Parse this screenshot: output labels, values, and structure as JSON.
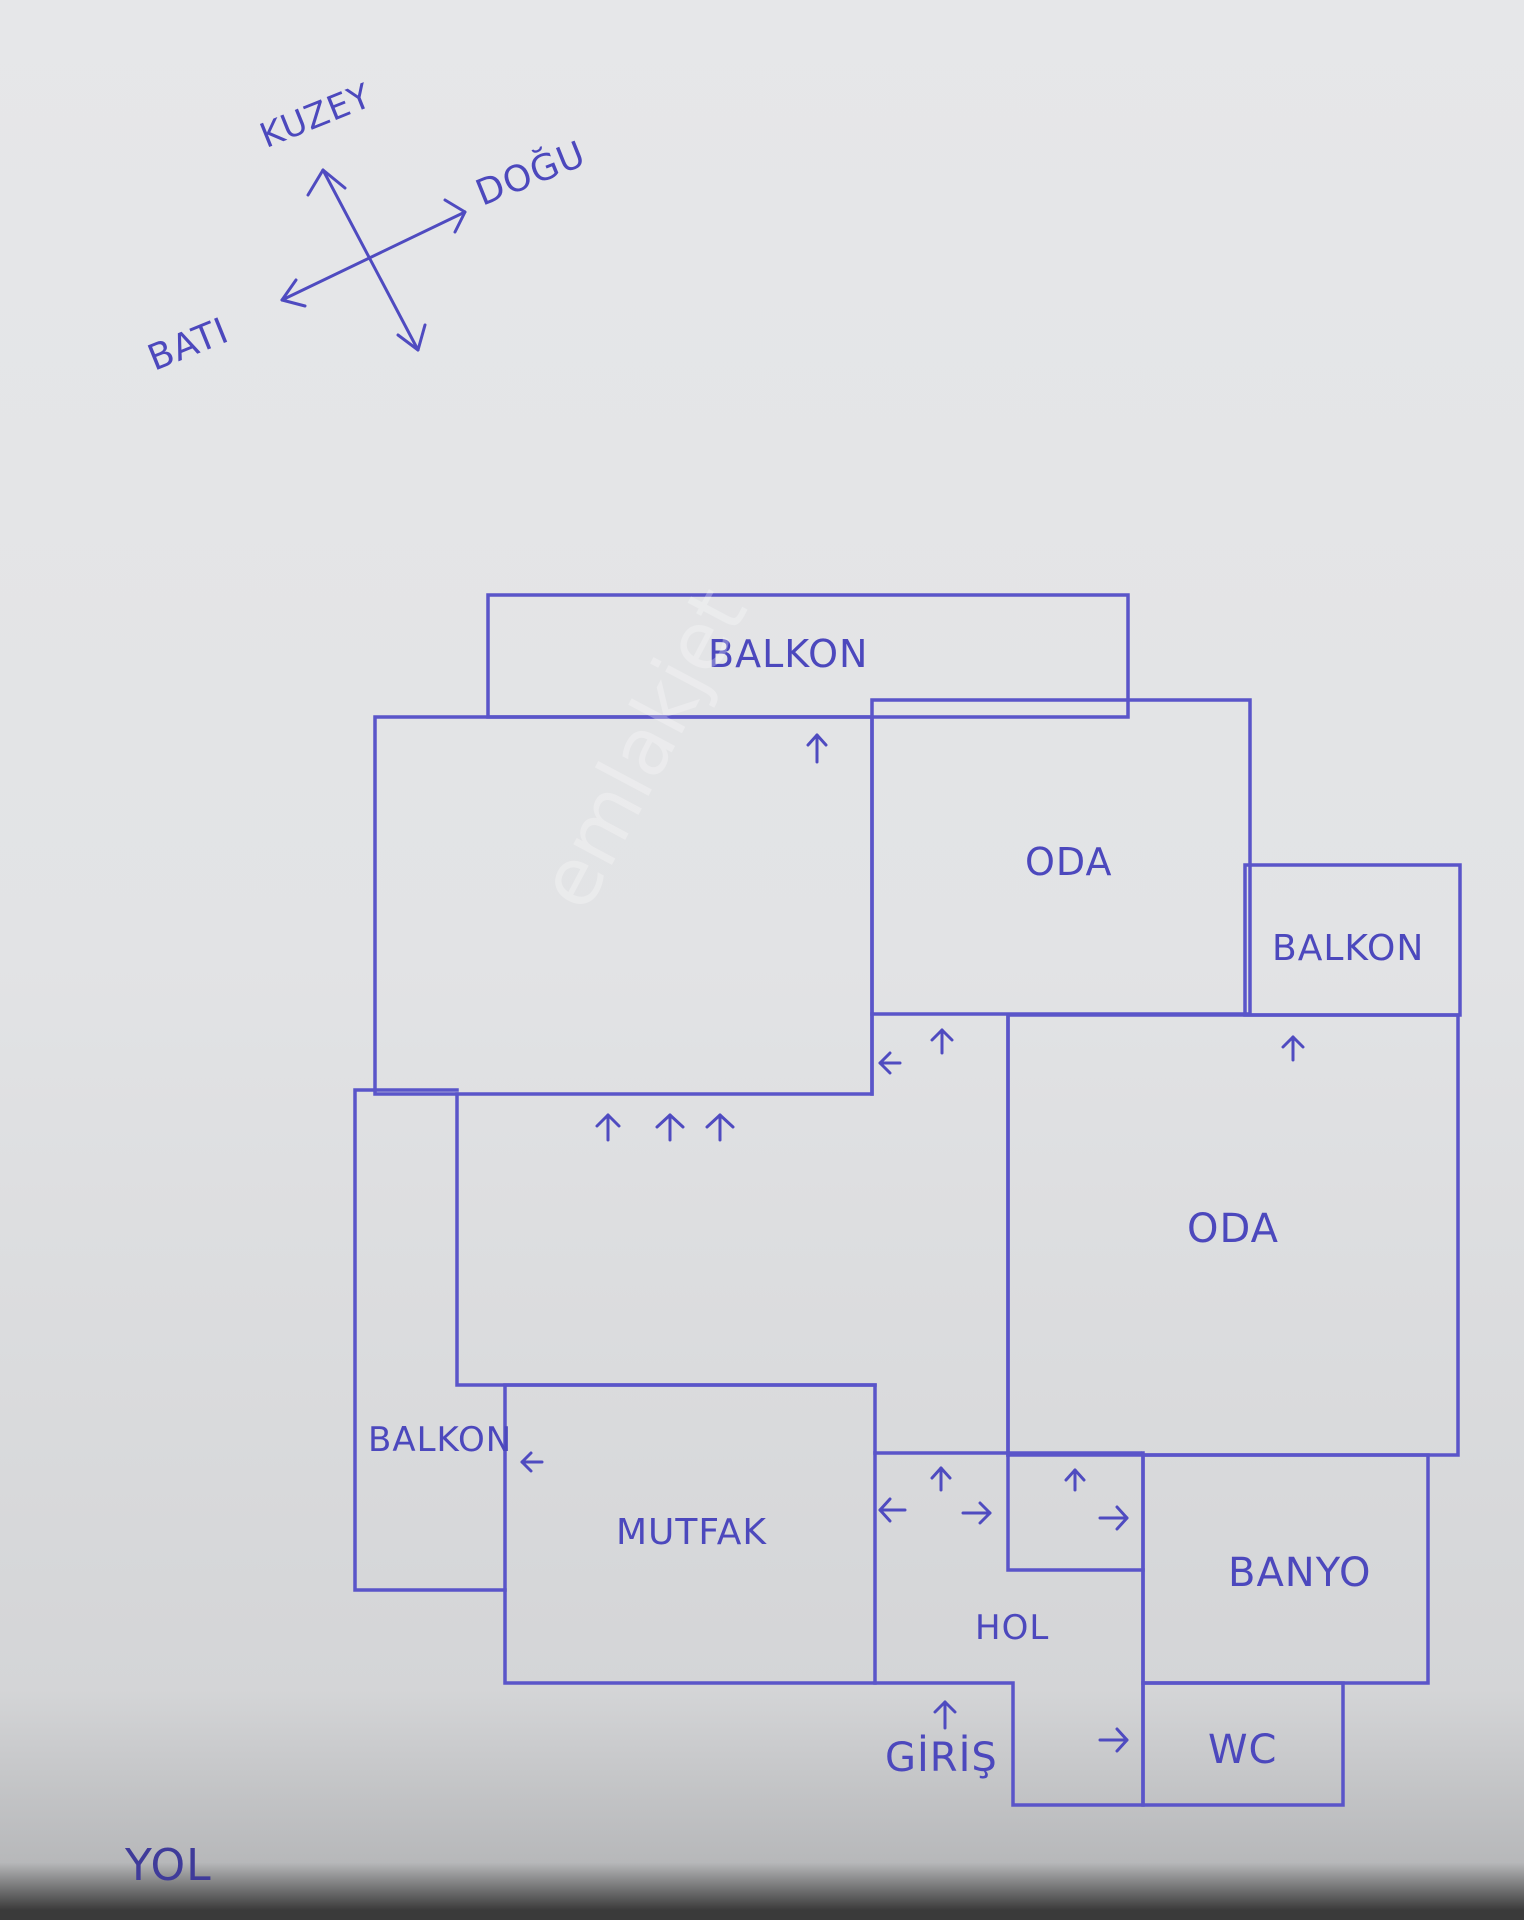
{
  "compass": {
    "north": "KUZEY",
    "east": "DOĞU",
    "west": "BATI",
    "icon": "compass-rose-icon"
  },
  "rooms": {
    "balkon_north": "BALKON",
    "living_room": "",
    "oda_north": "ODA",
    "balkon_east": "BALKON",
    "salon": "",
    "oda_east": "ODA",
    "balkon_west": "BALKON",
    "mutfak": "MUTFAK",
    "hol": "HOL",
    "banyo": "BANYO",
    "wc": "WC",
    "closet": ""
  },
  "entrance_label": "GİRİŞ",
  "street_label": "YOL",
  "watermark": "emlakjet",
  "door_arrows": [
    {
      "room": "living_room",
      "direction": "up"
    },
    {
      "room": "hall_upper",
      "direction": "left"
    },
    {
      "room": "hall_upper",
      "direction": "up"
    },
    {
      "room": "oda_east",
      "direction": "up"
    },
    {
      "room": "salon",
      "direction": "up",
      "count": 3
    },
    {
      "room": "mutfak",
      "direction": "left"
    },
    {
      "room": "hol",
      "direction": "left"
    },
    {
      "room": "hol",
      "direction": "up"
    },
    {
      "room": "hol",
      "direction": "right"
    },
    {
      "room": "closet",
      "direction": "up"
    },
    {
      "room": "closet",
      "direction": "right"
    },
    {
      "room": "entrance",
      "direction": "up"
    },
    {
      "room": "hol",
      "direction": "right",
      "to": "wc"
    }
  ],
  "colors": {
    "ink": "#5a55c9",
    "paper": "#e4e5e7"
  }
}
